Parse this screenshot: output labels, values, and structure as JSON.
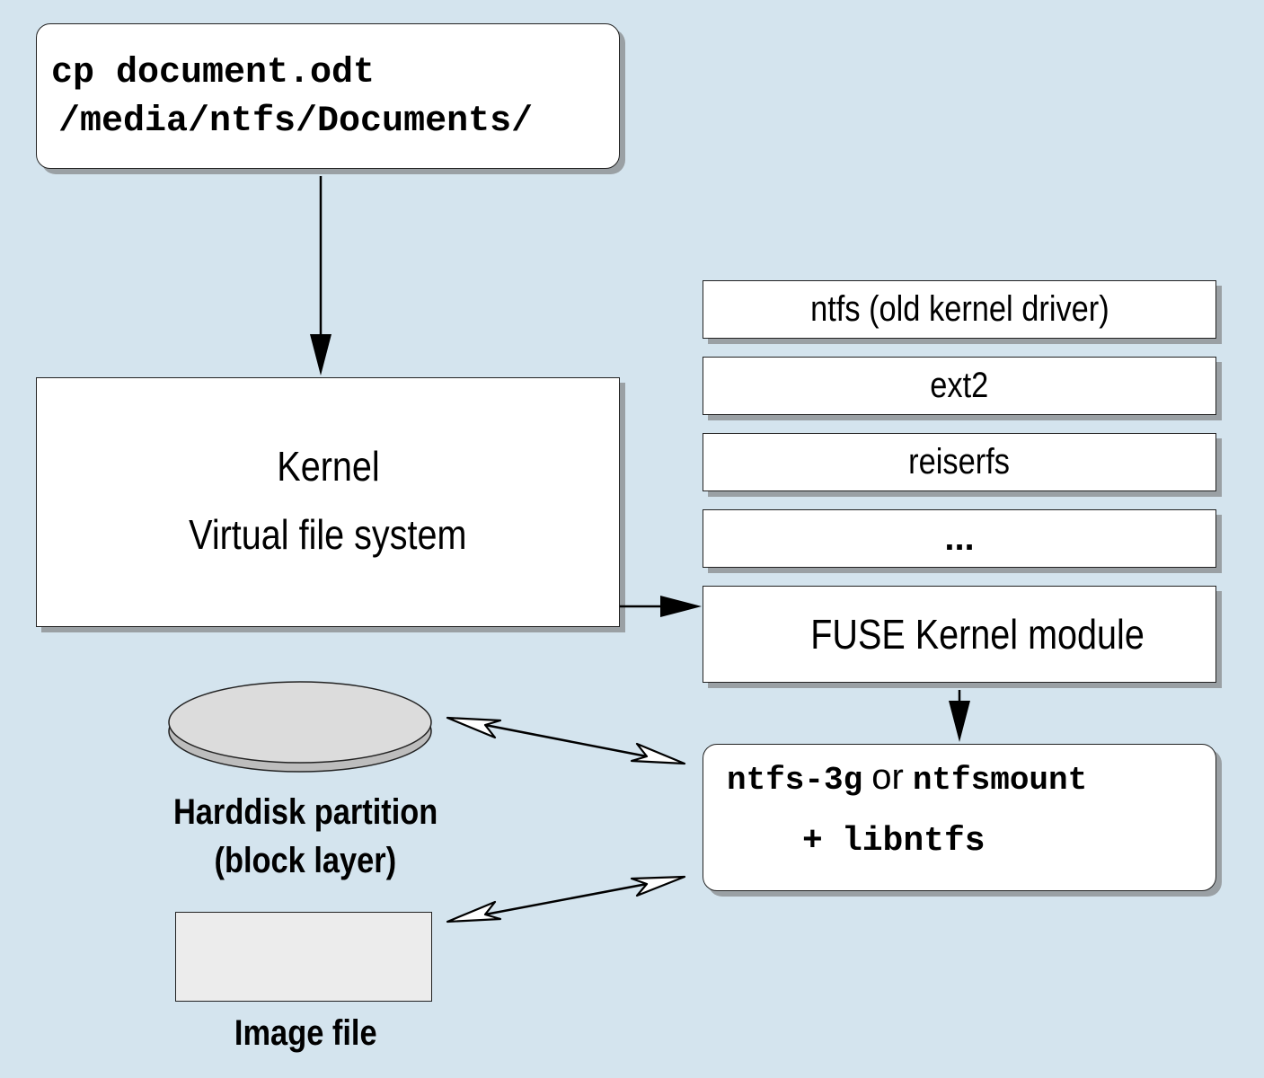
{
  "command": {
    "line1": "cp document.odt",
    "line2": "/media/ntfs/Documents/"
  },
  "kernel": {
    "title": "Kernel",
    "subtitle": "Virtual file system"
  },
  "filesystems": {
    "ntfs": "ntfs (old kernel driver)",
    "ext2": "ext2",
    "reiserfs": "reiserfs",
    "more": "..."
  },
  "fuse": {
    "label": "FUSE Kernel module"
  },
  "userspace": {
    "driver1": "ntfs-3g",
    "or": "or",
    "driver2": "ntfsmount",
    "plus": "+",
    "library": "libntfs"
  },
  "harddisk": {
    "line1": "Harddisk partition",
    "line2": "(block layer)"
  },
  "image_file": {
    "label": "Image file"
  },
  "colors": {
    "background": "#d4e4ee",
    "box": "#ffffff",
    "disk": "#dcdcdc",
    "image_file": "#ececec",
    "shadow": "#9aa0a4"
  }
}
